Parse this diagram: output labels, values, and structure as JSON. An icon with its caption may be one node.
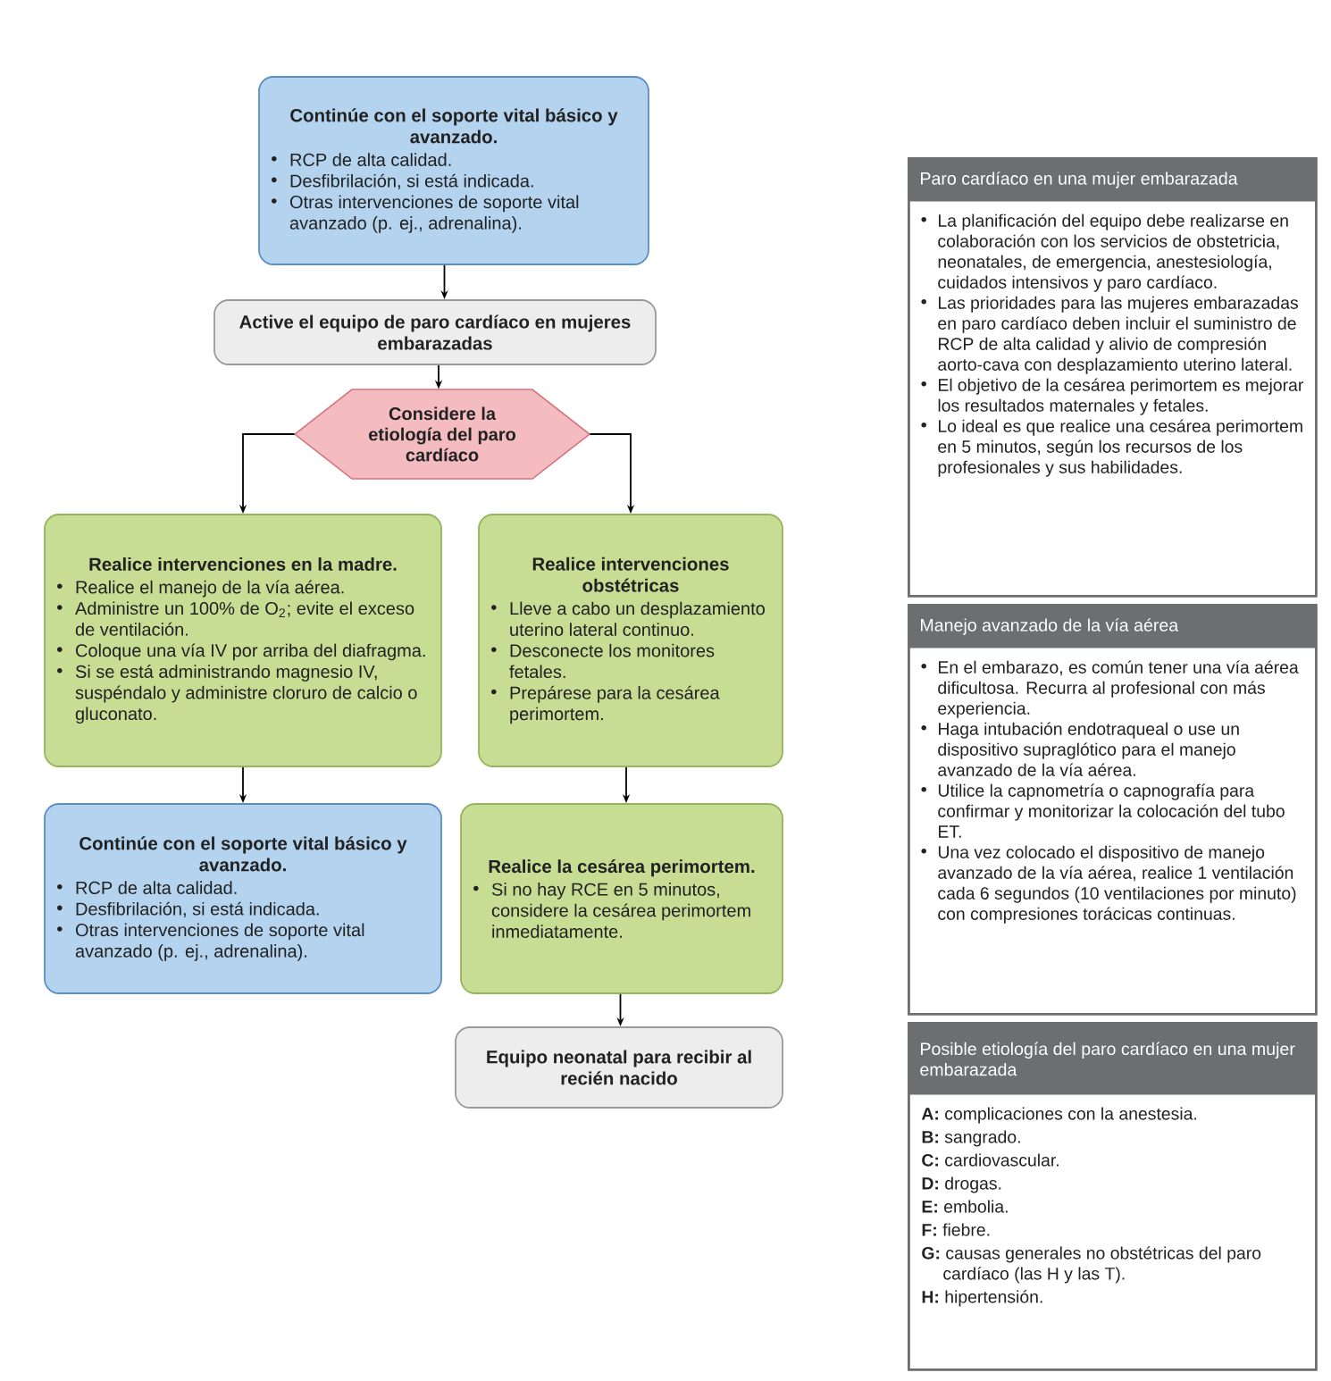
{
  "diagram": {
    "nodes": [
      {
        "text": [
          "Continúe con el soporte vital básico y avanzado.",
          "RCP de alta calidad.",
          "Desfibrilación, si está indicada.",
          "Otras intervenciones de soporte vital avanzado (p. ej., adrenalina)."
        ]
      },
      {
        "text": [
          "Active el equipo de paro cardíaco en mujeres embarazadas"
        ]
      },
      {
        "text": [
          "Considere la etiología del paro cardíaco"
        ]
      },
      {
        "text": [
          "Realice intervenciones en la madre.",
          "Realice el manejo de la vía aérea.",
          "Administre un 100% de O$_{2}$; evite el exceso de ventilación.",
          "Coloque una vía IV por arriba del diafragma.",
          "Si se está administrando magnesio IV, suspéndalo y administre cloruro de calcio o gluconato."
        ]
      },
      {
        "text": [
          "Realice intervenciones obstétricas",
          "Lleve a cabo un desplazamiento uterino lateral continuo.",
          "Desconecte los monitores fetales.",
          "Prepárese para la cesárea perimortem."
        ]
      },
      {
        "text": [
          "Continúe con el soporte vital básico y avanzado.",
          "RCP de alta calidad.",
          "Desfibrilación, si está indicada.",
          "Otras intervenciones de soporte vital avanzado (p. ej., adrenalina)."
        ]
      },
      {
        "text": [
          "Realice la cesárea perimortem.",
          "Si no hay RCE en 5 minutos, considere la cesárea perimortem inmediatamente."
        ]
      },
      {
        "text": [
          "Equipo neonatal para recibir al recién nacido"
        ]
      },
      {
        "text": [
          "Paro cardíaco en una mujer embarazada",
          "La planificación del equipo debe realizarse en colaboración con los servicios de obstetricia, neonatales, de emergencia, anestesiología, cuidados intensivos y paro cardíaco.",
          "Las prioridades para las mujeres embarazadas en paro cardíaco deben incluir el suministro de RCP de alta calidad y alivio de compresión aorto-cava con desplazamiento uterino lateral.",
          "El objetivo de la cesárea perimortem es mejorar los resultados maternales y fetales.",
          "Lo ideal es que realice una cesárea perimortem en 5 minutos, según los recursos de los profesionales y sus habilidades."
        ]
      },
      {
        "text": [
          "Manejo avanzado de la vía aérea",
          "En el embarazo, es común tener una vía aérea dificultosa. Recurra al profesional con más experiencia.",
          "Haga intubación endotraqueal o use un dispositivo supraglótico para el manejo avanzado de la vía aérea.",
          "Utilice la capnometría o capnografía para confirmar y monitorizar la colocación del tubo ET.",
          "Una vez colocado el dispositivo de manejo avanzado de la vía aérea, realice 1 ventilación cada 6 segundos (10 ventilaciones por minuto) con compresiones torácicas continuas."
        ]
      },
      {
        "text": [
          "Posible etiología del paro cardíaco en una mujer embarazada",
          "**A:** complicaciones con la anestesia.",
          "**B:** sangrado.",
          "**C:** cardiovascular.",
          "**D:** drogas.",
          "**E:** embolia.",
          "**F:** fiebre.",
          "**G:** causas generales no obstétricas del paro cardíaco (las H y las T).",
          "**H:** hipertensión."
        ]
      }
    ],
    "edges": [
      {
        "from": 0,
        "to": 1,
        "arrow": "to"
      },
      {
        "from": 1,
        "to": 2,
        "arrow": "to"
      },
      {
        "from": 2,
        "to": 3,
        "arrow": "to"
      },
      {
        "from": 2,
        "to": 4,
        "arrow": "to"
      },
      {
        "from": 3,
        "to": 5,
        "arrow": "to"
      },
      {
        "from": 4,
        "to": 6,
        "arrow": "to"
      },
      {
        "from": 6,
        "to": 7,
        "arrow": "to"
      }
    ]
  }
}
